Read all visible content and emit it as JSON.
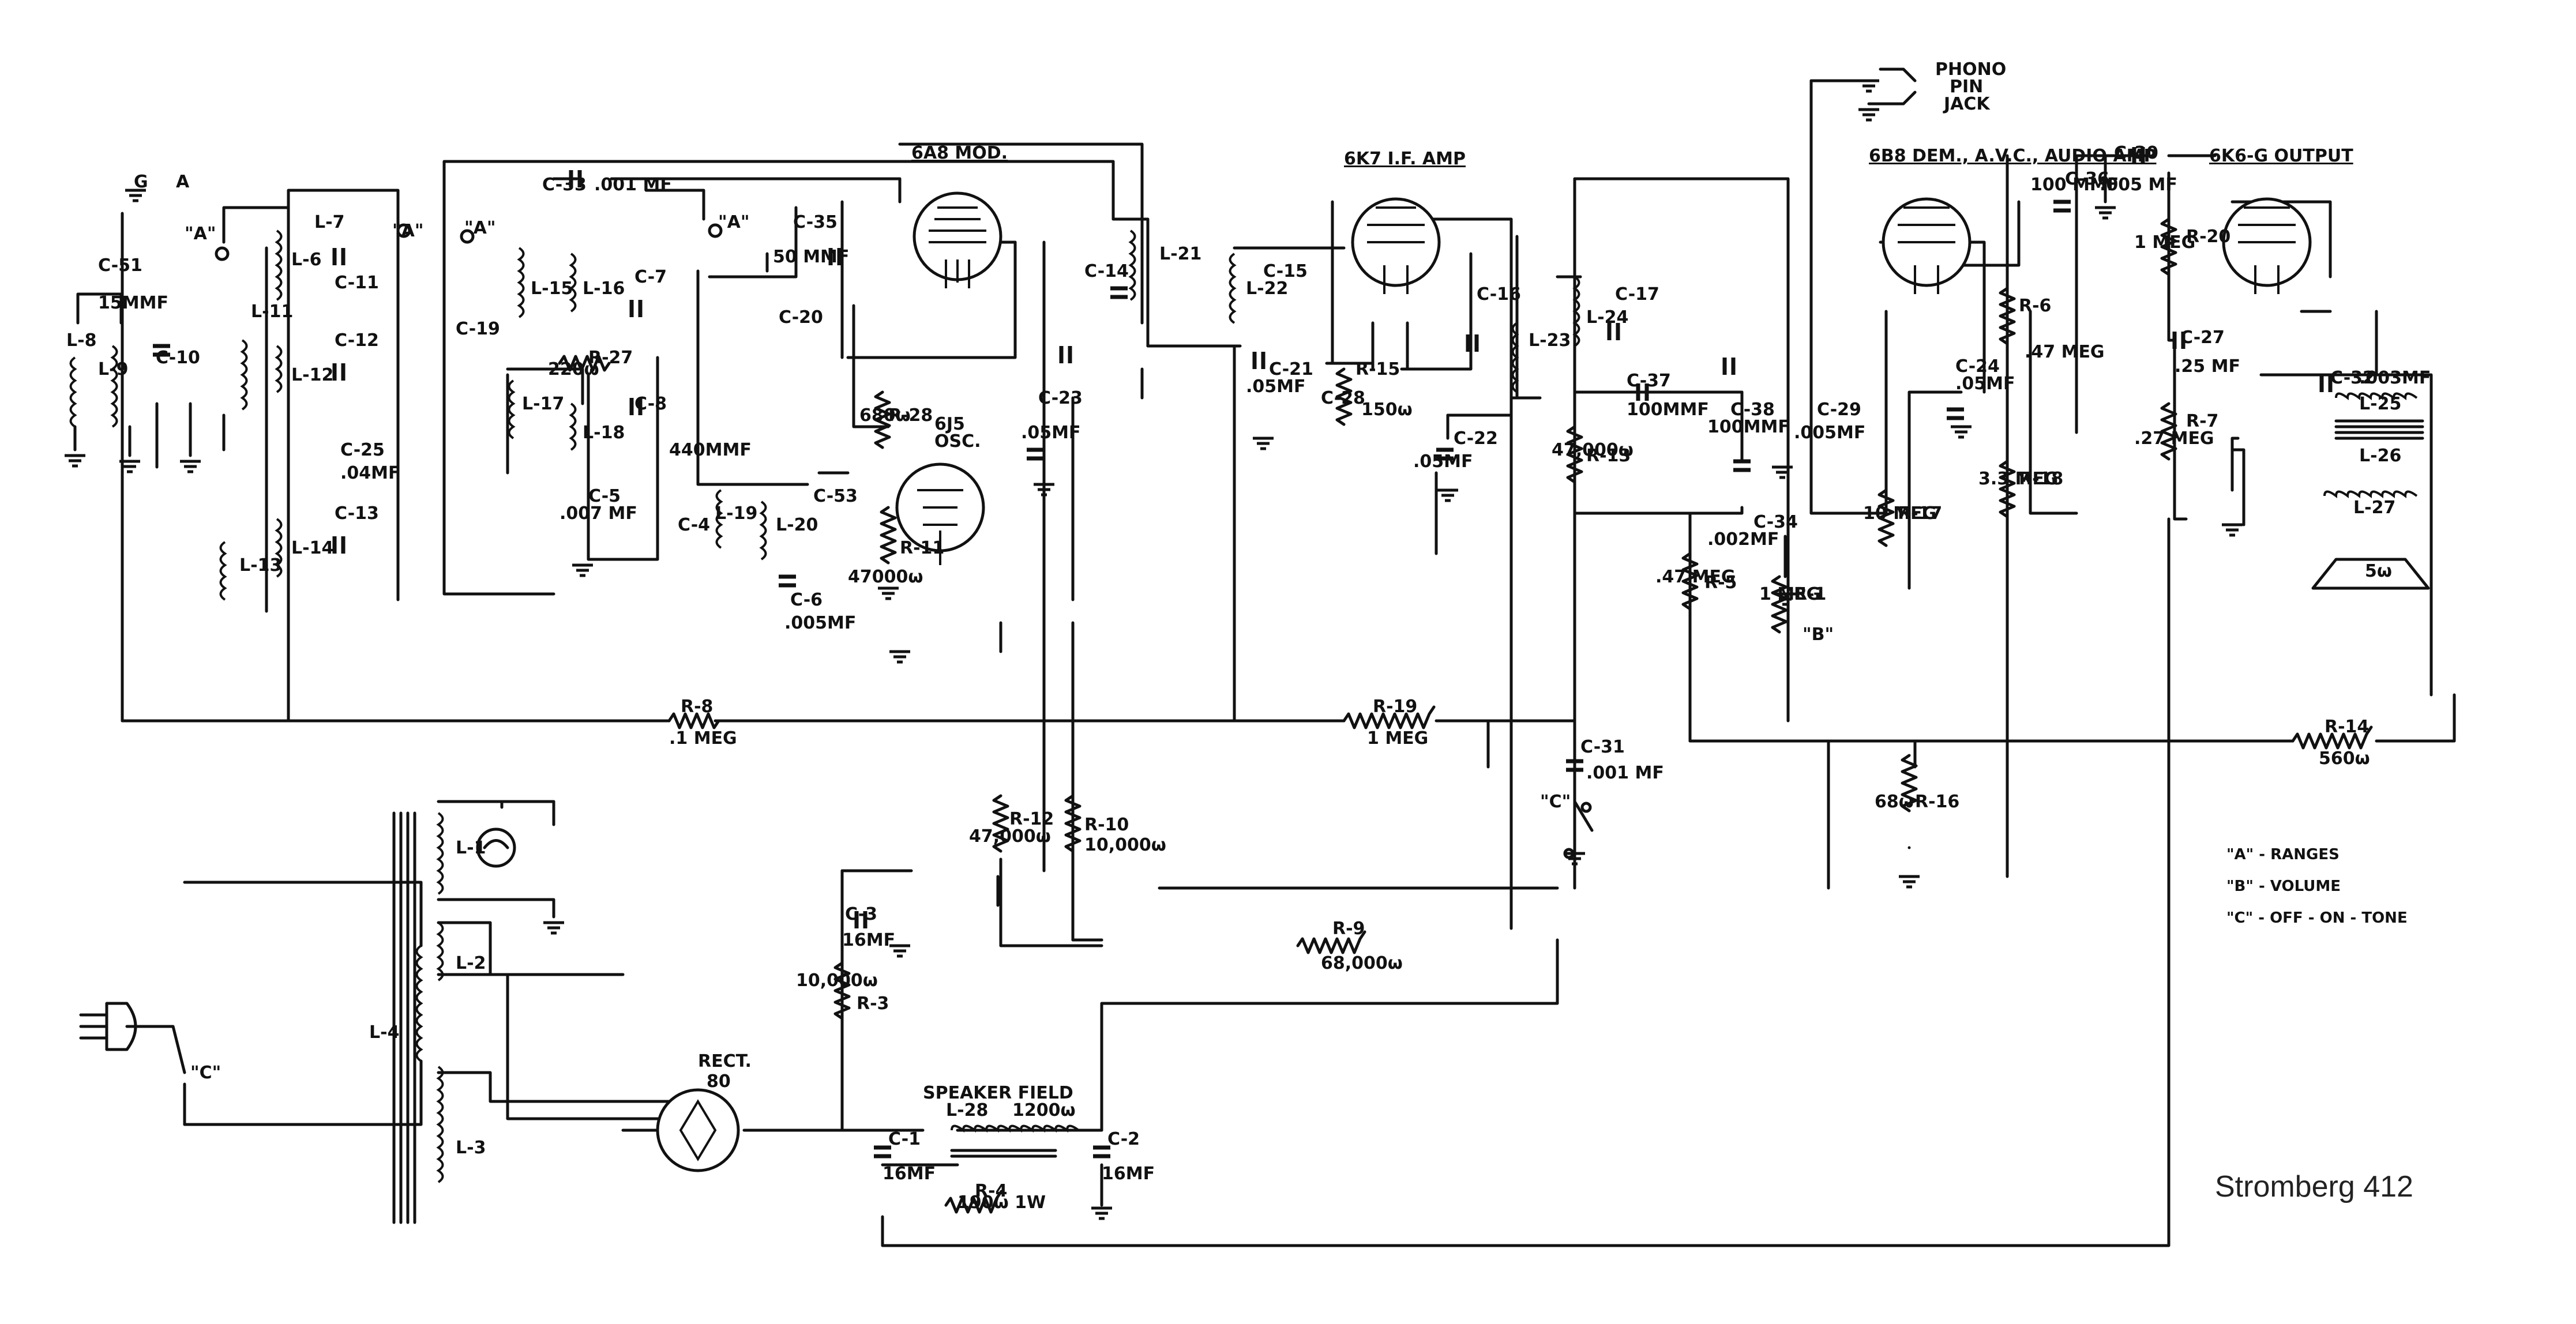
{
  "title": "Stromberg 412",
  "tubes": {
    "mod": "6A8 MOD.",
    "osc_type": "6J5",
    "osc_role": "OSC.",
    "if_amp": "6K7 I.F. AMP",
    "det": "6B8 DEM., A.V.C., AUDIO AMP",
    "output": "6K6-G OUTPUT",
    "rect_label": "RECT.",
    "rect_type": "80"
  },
  "jack": {
    "line1": "PHONO",
    "line2": "PIN",
    "line3": "JACK"
  },
  "antenna": {
    "g": "G",
    "a": "A"
  },
  "speaker_field": "SPEAKER FIELD",
  "legend": {
    "a": "\"A\" - RANGES",
    "b": "\"B\" - VOLUME",
    "c": "\"C\" - OFF - ON - TONE"
  },
  "components": {
    "c51": "C-51",
    "c51v": "15MMF",
    "c33": "C-33",
    "c33v": ".001 MF",
    "c35": "C-35",
    "c35v": "50 MMF",
    "c14": "C-14",
    "c11": "C-11",
    "c12": "C-12",
    "c13": "C-13",
    "c10": "C-10",
    "c25": "C-25",
    "c25v": ".04MF",
    "c19": "C-19",
    "c7": "C-7",
    "c20": "C-20",
    "c8": "C-8",
    "c4": "C-4",
    "c4v": "440MMF",
    "c5": "C-5",
    "c5v": ".007 MF",
    "c53": "C-53",
    "c6": "C-6",
    "c6v": ".005MF",
    "c23": "C-23",
    "c23v": ".05MF",
    "c15": "C-15",
    "c21": "C-21",
    "c21v": ".05MF",
    "c28": "C-28",
    "c22": "C-22",
    "c22v": ".05MF",
    "c16": "C-16",
    "c17": "C-17",
    "c37": "C-37",
    "c37v": "100MMF",
    "c38": "C-38",
    "c38v": "100MMF",
    "c29": "C-29",
    "c29v": ".005MF",
    "c34": "C-34",
    "c34v": ".002MF",
    "c24": "C-24",
    "c24v": ".05MF",
    "c36": "C-36",
    "c36v": "100 MMF",
    "c30": "C-30",
    "c30v": ".005 MF",
    "c27": "C-27",
    "c27v": ".25 MF",
    "c32": "C-32",
    "c32v": ".003MF",
    "c31": "C-31",
    "c31v": ".001 MF",
    "c3": "C-3",
    "c3v": "16MF",
    "c1": "C-1",
    "c1v": "16MF",
    "c2": "C-2",
    "c2v": "16MF",
    "l8": "L-8",
    "l9": "L-9",
    "l6": "L-6",
    "l7": "L-7",
    "l11": "L-11",
    "l12": "L-12",
    "l13": "L-13",
    "l14": "L-14",
    "l15": "L-15",
    "l16": "L-16",
    "l17": "L-17",
    "l18": "L-18",
    "l19": "L-19",
    "l20": "L-20",
    "l21": "L-21",
    "l22": "L-22",
    "l23": "L-23",
    "l24": "L-24",
    "l25": "L-25",
    "l26": "L-26",
    "l27": "L-27",
    "l28": "L-28",
    "l28v": "1200ω",
    "l1": "L-1",
    "l2": "L-2",
    "l3": "L-3",
    "l4": "L-4",
    "r27": "R-27",
    "r27v": "220ω",
    "r28": "R-28",
    "r28v": "680ω",
    "r11": "R-11",
    "r11v": "47000ω",
    "r15": "R-15",
    "r15v": "150ω",
    "r13": "R-13",
    "r13v": "47,000ω",
    "r8": "R-8",
    "r8v": ".1 MEG",
    "r19": "R-19",
    "r19v": "1 MEG",
    "r5": "R-5",
    "r5v": ".47 MEG",
    "r1": "R-1",
    "r1v": "1 MEG",
    "r17": "R-17",
    "r17v": "10 MEG",
    "r6": "R-6",
    "r6v": ".47 MEG",
    "r18": "R-18",
    "r18v": "3.3 MEG",
    "r20": "R-20",
    "r20v": "1 MEG",
    "r7": "R-7",
    "r7v": ".27 MEG",
    "r14": "R-14",
    "r14v": "560ω",
    "r16": "R-16",
    "r16v": "68ω",
    "r12": "R-12",
    "r12v": "47,000ω",
    "r10": "R-10",
    "r10v": "10,000ω",
    "r9": "R-9",
    "r9v": "68,000ω",
    "r3": "R-3",
    "r3v": "10,000ω",
    "r4": "R-4",
    "r4v": "190ω 1W",
    "speaker_size": "5ω",
    "sw_a": "\"A\"",
    "sw_b": "\"B\"",
    "sw_c": "\"C\""
  }
}
